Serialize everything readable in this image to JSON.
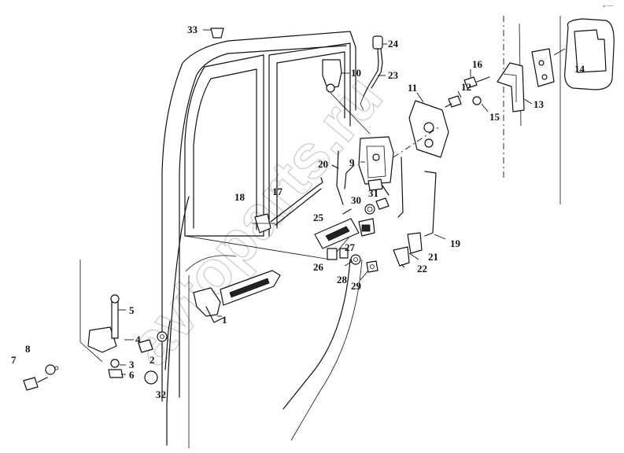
{
  "labels": [
    "33",
    "24",
    "10",
    "23",
    "16",
    "12",
    "11",
    "13",
    "15",
    "14",
    "9",
    "20",
    "17",
    "18",
    "31",
    "30",
    "25",
    "19",
    "21",
    "27",
    "26",
    "22",
    "28",
    "29",
    "5",
    "1",
    "4",
    "8",
    "7",
    "3",
    "2",
    "6",
    "32"
  ],
  "corner_text": "ᵃ⁰ ⁼⁼⁼",
  "watermark_text": "avtoparts.ru"
}
